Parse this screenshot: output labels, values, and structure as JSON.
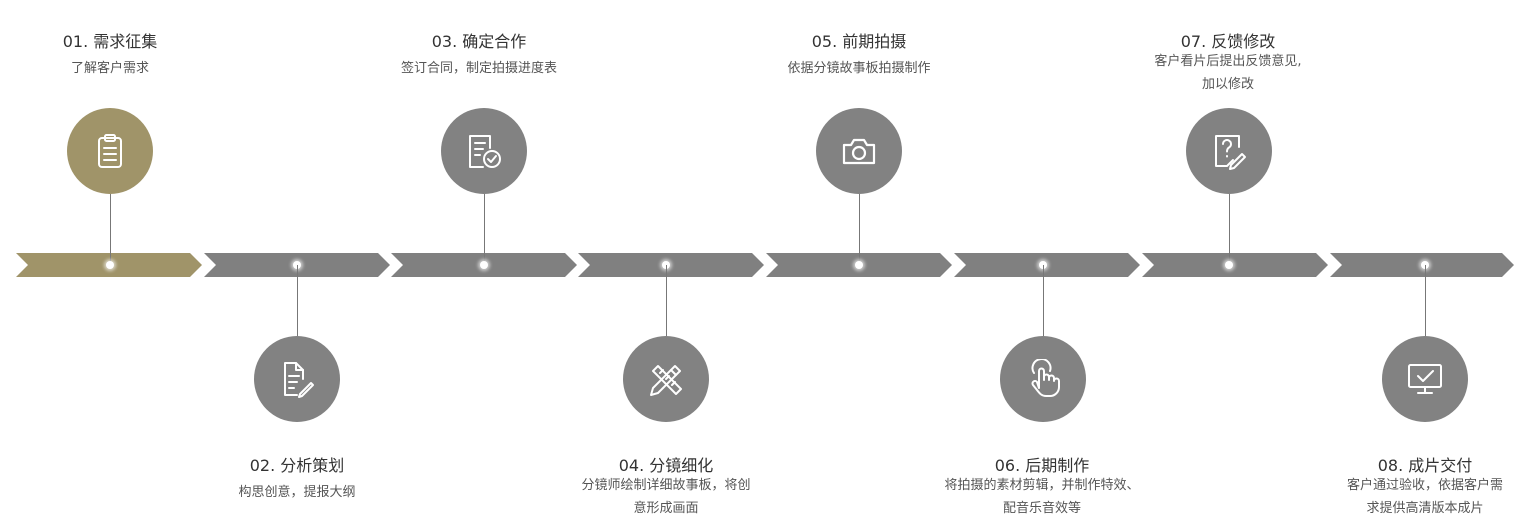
{
  "accent_color": "#a09469",
  "neutral_color": "#828282",
  "steps": [
    {
      "title": "01. 需求征集",
      "desc": [
        "了解客户需求"
      ],
      "icon": "clipboard-icon",
      "position": "top"
    },
    {
      "title": "02. 分析策划",
      "desc": [
        "构思创意，提报大纲"
      ],
      "icon": "document-edit-icon",
      "position": "bottom"
    },
    {
      "title": "03. 确定合作",
      "desc": [
        "签订合同，制定拍摄进度表"
      ],
      "icon": "document-check-icon",
      "position": "top"
    },
    {
      "title": "04. 分镜细化",
      "desc": [
        "分镜师绘制详细故事板，将创",
        "意形成画面"
      ],
      "icon": "pencil-ruler-icon",
      "position": "bottom"
    },
    {
      "title": "05. 前期拍摄",
      "desc": [
        "依据分镜故事板拍摄制作"
      ],
      "icon": "camera-icon",
      "position": "top"
    },
    {
      "title": "06. 后期制作",
      "desc": [
        "将拍摄的素材剪辑，并制作特效、",
        "配音乐音效等"
      ],
      "icon": "hand-pointer-icon",
      "position": "bottom"
    },
    {
      "title": "07. 反馈修改",
      "desc": [
        "客户看片后提出反馈意见,",
        "加以修改"
      ],
      "icon": "question-edit-icon",
      "position": "top"
    },
    {
      "title": "08. 成片交付",
      "desc": [
        "客户通过验收，依据客户需",
        "求提供高清版本成片"
      ],
      "icon": "monitor-check-icon",
      "position": "bottom"
    }
  ]
}
